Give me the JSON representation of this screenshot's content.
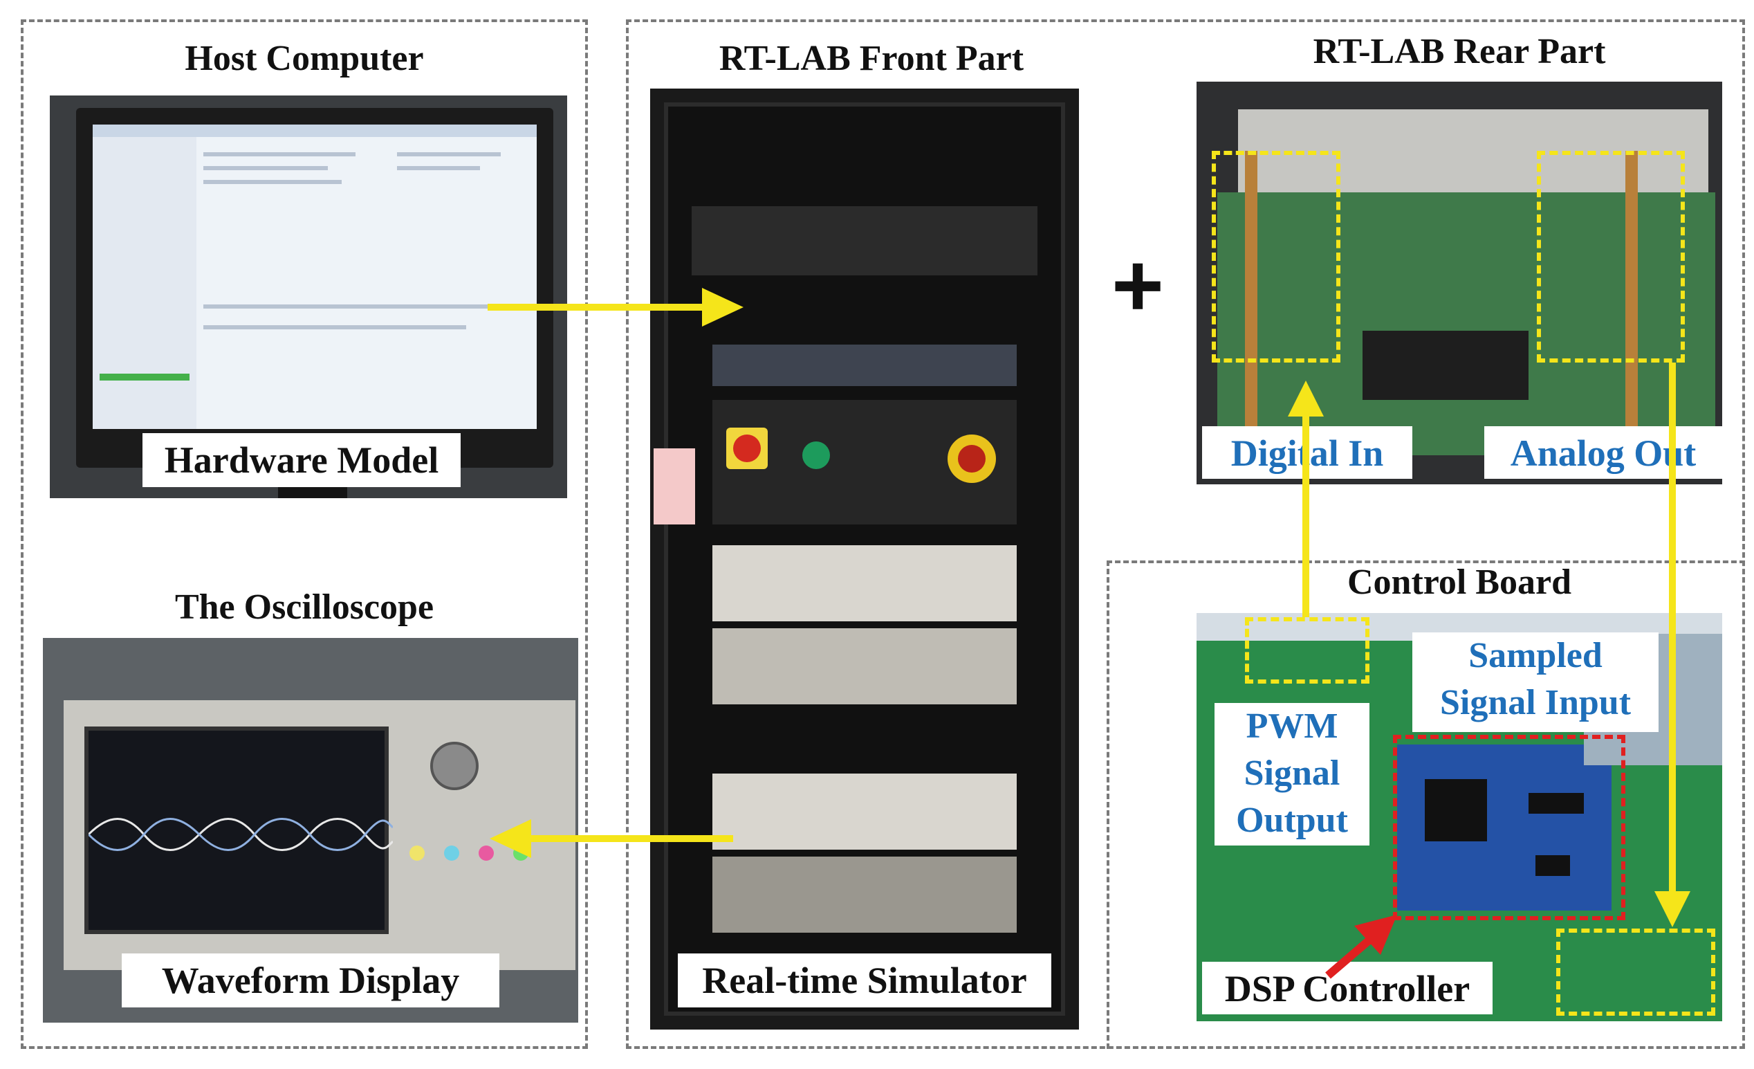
{
  "sections": {
    "host_computer": {
      "title": "Host Computer",
      "label": "Hardware Model"
    },
    "oscilloscope": {
      "title": "The Oscilloscope",
      "label": "Waveform Display"
    },
    "rtlab_front": {
      "title": "RT-LAB Front Part",
      "label": "Real-time Simulator"
    },
    "rtlab_rear": {
      "title": "RT-LAB Rear Part",
      "digital_in": "Digital In",
      "analog_out": "Analog Out"
    },
    "control_board": {
      "title": "Control Board",
      "sampled_line1": "Sampled",
      "sampled_line2": "Signal Input",
      "pwm_line1": "PWM",
      "pwm_line2": "Signal",
      "pwm_line3": "Output",
      "dsp": "DSP Controller"
    }
  },
  "plus_sign": "+",
  "colors": {
    "arrow": "#f5e51a",
    "blue_text": "#1f6fb9",
    "dashed_border": "#7a7a7a",
    "dsp_box": "#e02020"
  }
}
